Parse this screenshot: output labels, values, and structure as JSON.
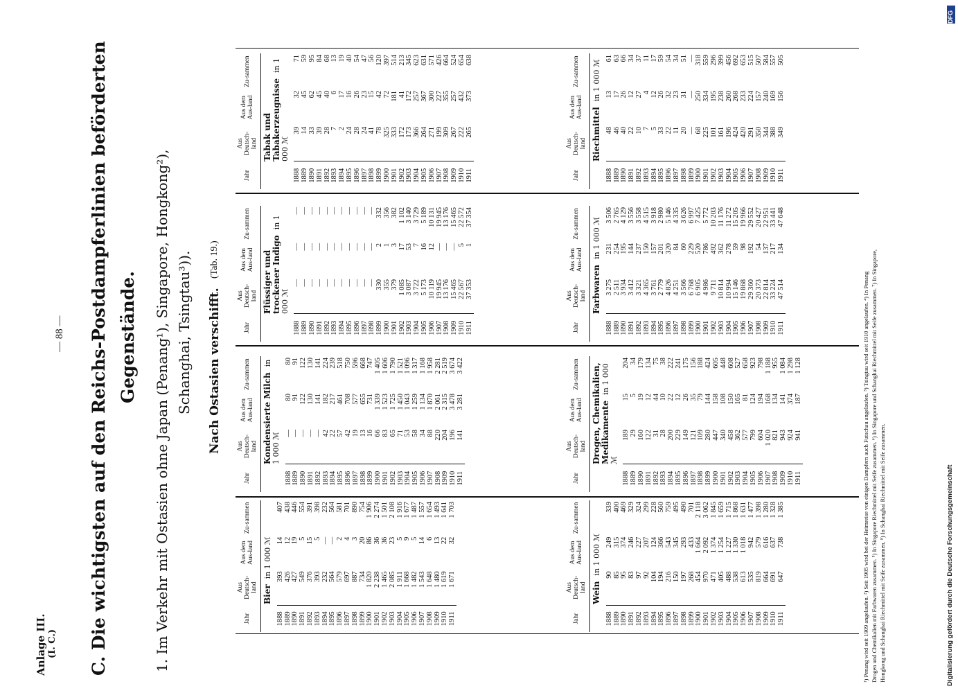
{
  "header": {
    "anlage": "Anlage III.",
    "anlage_sub": "(I. C.)",
    "page_number": "— 88 —"
  },
  "title": {
    "line1": "C. Die wichtigsten auf den Reichs-Postdampferlinien beförderten",
    "line2": "Gegenstände.",
    "sub1": "1. Im Verkehr mit Ostasien ohne Japan (Penang¹), Singapore, Hongkong²),",
    "sub2": "Schanghai, Tsingtau³)).",
    "sub3": "Nach Ostasien verschifft.",
    "sub3_ref": "(Tab. 19.)"
  },
  "column_headers": {
    "jahr": "Jahr",
    "aus_deutschland": "Aus Deutsch-land",
    "aus_dem_ausland": "Aus dem Aus-land",
    "zusammen": "Zu-sammen"
  },
  "years": [
    "1888",
    "1889",
    "1890",
    "1891",
    "1892",
    "1893",
    "1894",
    "1895",
    "1896",
    "1897",
    "1898",
    "1899",
    "1900",
    "1901",
    "1902",
    "1903",
    "1904",
    "1905",
    "1906",
    "1907",
    "1908",
    "1909",
    "1910",
    "1911"
  ],
  "tables": {
    "bier": {
      "caption": "Bier",
      "unit": "in 1 000 ℳ",
      "rows": [
        [
          "1888",
          "393",
          "14",
          "407"
        ],
        [
          "1889",
          "426",
          "12",
          "438"
        ],
        [
          "1890",
          "427",
          "19",
          "446"
        ],
        [
          "1891",
          "549",
          "5",
          "554"
        ],
        [
          "1892",
          "376",
          "15",
          "391"
        ],
        [
          "1893",
          "393",
          "5",
          "398"
        ],
        [
          "1894",
          "232",
          "—",
          "232"
        ],
        [
          "1895",
          "564",
          "—",
          "564"
        ],
        [
          "1896",
          "579",
          "2",
          "581"
        ],
        [
          "1897",
          "697",
          "4",
          "701"
        ],
        [
          "1898",
          "887",
          "3",
          "890"
        ],
        [
          "1899",
          "734",
          "20",
          "754"
        ],
        [
          "1900",
          "1 820",
          "86",
          "1 906"
        ],
        [
          "1901",
          "2 238",
          "36",
          "2 274"
        ],
        [
          "1902",
          "1 465",
          "36",
          "1 501"
        ],
        [
          "1903",
          "2 085",
          "23",
          "2 108"
        ],
        [
          "1904",
          "1 911",
          "5",
          "1 916"
        ],
        [
          "1905",
          "1 668",
          "9",
          "1 677"
        ],
        [
          "1906",
          "1 482",
          "5",
          "1 487"
        ],
        [
          "1907",
          "1 543",
          "14",
          "1 557"
        ],
        [
          "1908",
          "1 648",
          "6",
          "1 654"
        ],
        [
          "1909",
          "1 480",
          "13",
          "1 493"
        ],
        [
          "1910",
          "1 619",
          "22",
          "1 641"
        ],
        [
          "1911",
          "1 671",
          "32",
          "1 703"
        ]
      ]
    },
    "milch": {
      "caption": "Kondensierte Milch",
      "unit": "in 1 000 ℳ",
      "rows": [
        [
          "1888",
          "—",
          "80",
          "80"
        ],
        [
          "1889",
          "—",
          "91",
          "91"
        ],
        [
          "1890",
          "—",
          "122",
          "122"
        ],
        [
          "1891",
          "—",
          "130",
          "130"
        ],
        [
          "1892",
          "—",
          "141",
          "141"
        ],
        [
          "1893",
          "42",
          "182",
          "224"
        ],
        [
          "1894",
          "22",
          "217",
          "239"
        ],
        [
          "1895",
          "57",
          "461",
          "518"
        ],
        [
          "1896",
          "42",
          "708",
          "750"
        ],
        [
          "1897",
          "19",
          "577",
          "596"
        ],
        [
          "1898",
          "13",
          "655",
          "668"
        ],
        [
          "1899",
          "16",
          "731",
          "747"
        ],
        [
          "1900",
          "66",
          "1 339",
          "1 405"
        ],
        [
          "1901",
          "83",
          "1 523",
          "1 606"
        ],
        [
          "1902",
          "65",
          "1 725",
          "1 790"
        ],
        [
          "1903",
          "71",
          "1 450",
          "1 521"
        ],
        [
          "1904",
          "53",
          "1 043",
          "1 096"
        ],
        [
          "1905",
          "58",
          "1 259",
          "1 317"
        ],
        [
          "1906",
          "34",
          "1 134",
          "1 168"
        ],
        [
          "1907",
          "88",
          "1 870",
          "1 958"
        ],
        [
          "1908",
          "220",
          "2 061",
          "2 281"
        ],
        [
          "1909",
          "204",
          "2 315",
          "2 519"
        ],
        [
          "1910",
          "196",
          "3 478",
          "3 674"
        ],
        [
          "1911",
          "141",
          "3 281",
          "3 422"
        ]
      ]
    },
    "indigo": {
      "caption": "Flüssiger und trockener Indigo",
      "unit": "in 1 000 ℳ",
      "rows": [
        [
          "1888",
          "—",
          "—",
          "—"
        ],
        [
          "1889",
          "—",
          "—",
          "—"
        ],
        [
          "1890",
          "—",
          "—",
          "—"
        ],
        [
          "1891",
          "—",
          "—",
          "—"
        ],
        [
          "1892",
          "—",
          "—",
          "—"
        ],
        [
          "1893",
          "—",
          "—",
          "—"
        ],
        [
          "1894",
          "—",
          "—",
          "—"
        ],
        [
          "1895",
          "—",
          "—",
          "—"
        ],
        [
          "1896",
          "—",
          "—",
          "—"
        ],
        [
          "1897",
          "—",
          "—",
          "—"
        ],
        [
          "1898",
          "—",
          "—",
          "—"
        ],
        [
          "1899",
          "330",
          "2",
          "332"
        ],
        [
          "1900",
          "355",
          "1",
          "356"
        ],
        [
          "1901",
          "379",
          "3",
          "382"
        ],
        [
          "1902",
          "1 085",
          "17",
          "1 102"
        ],
        [
          "1903",
          "3 087",
          "53",
          "3 140"
        ],
        [
          "1904",
          "3 722",
          "7",
          "3 729"
        ],
        [
          "1905",
          "5 173",
          "16",
          "5 189"
        ],
        [
          "1906",
          "10 119",
          "12",
          "10 131"
        ],
        [
          "1907",
          "19 945",
          "—",
          "19 945"
        ],
        [
          "1908",
          "13 176",
          "—",
          "13 176"
        ],
        [
          "1909",
          "15 465",
          "—",
          "15 465"
        ],
        [
          "1910",
          "22 567",
          "5",
          "22 572"
        ],
        [
          "1911",
          "37 353",
          "1",
          "37 354"
        ]
      ]
    },
    "tabak": {
      "caption": "Tabak und Tabakerzeugnisse",
      "unit": "in 1 000 ℳ",
      "rows": [
        [
          "1888",
          "39",
          "32",
          "71"
        ],
        [
          "1889",
          "14",
          "45",
          "59"
        ],
        [
          "1890",
          "33",
          "62",
          "95"
        ],
        [
          "1891",
          "39",
          "45",
          "84"
        ],
        [
          "1892",
          "28",
          "40",
          "68"
        ],
        [
          "1893",
          "7",
          "6",
          "13"
        ],
        [
          "1894",
          "2",
          "17",
          "19"
        ],
        [
          "1895",
          "24",
          "16",
          "40"
        ],
        [
          "1896",
          "28",
          "26",
          "54"
        ],
        [
          "1897",
          "24",
          "23",
          "47"
        ],
        [
          "1898",
          "41",
          "15",
          "56"
        ],
        [
          "1899",
          "78",
          "42",
          "120"
        ],
        [
          "1900",
          "325",
          "72",
          "397"
        ],
        [
          "1901",
          "333",
          "181",
          "514"
        ],
        [
          "1902",
          "172",
          "41",
          "213"
        ],
        [
          "1903",
          "173",
          "172",
          "345"
        ],
        [
          "1904",
          "366",
          "257",
          "623"
        ],
        [
          "1905",
          "264",
          "367",
          "631"
        ],
        [
          "1906",
          "271",
          "300",
          "571"
        ],
        [
          "1907",
          "199",
          "227",
          "426"
        ],
        [
          "1908",
          "309",
          "355",
          "664"
        ],
        [
          "1909",
          "267",
          "257",
          "524"
        ],
        [
          "1910",
          "222",
          "432",
          "654"
        ],
        [
          "1911",
          "265",
          "373",
          "638"
        ]
      ]
    },
    "wein": {
      "caption": "Wein",
      "unit": "in 1 000 ℳ",
      "rows": [
        [
          "1888",
          "90",
          "249",
          "339"
        ],
        [
          "1889",
          "85",
          "315",
          "400"
        ],
        [
          "1890",
          "95",
          "374",
          "469"
        ],
        [
          "1891",
          "83",
          "246",
          "329"
        ],
        [
          "1892",
          "97",
          "227",
          "324"
        ],
        [
          "1893",
          "92",
          "207",
          "299"
        ],
        [
          "1894",
          "104",
          "124",
          "228"
        ],
        [
          "1895",
          "194",
          "366",
          "560"
        ],
        [
          "1896",
          "216",
          "543",
          "759"
        ],
        [
          "1897",
          "150",
          "345",
          "495"
        ],
        [
          "1898",
          "197",
          "293",
          "490"
        ],
        [
          "1899",
          "268",
          "433",
          "701"
        ],
        [
          "1900",
          "454",
          "1 664",
          "2 118"
        ],
        [
          "1901",
          "970",
          "2 092",
          "3 062"
        ],
        [
          "1902",
          "471",
          "1 374",
          "1 845"
        ],
        [
          "1903",
          "405",
          "1 254",
          "1 659"
        ],
        [
          "1904",
          "488",
          "1 227",
          "1 715"
        ],
        [
          "1905",
          "538",
          "1 330",
          "1 868"
        ],
        [
          "1906",
          "613",
          "1 018",
          "1 631"
        ],
        [
          "1907",
          "535",
          "942",
          "1 477"
        ],
        [
          "1908",
          "819",
          "579",
          "1 398"
        ],
        [
          "1909",
          "664",
          "616",
          "1 280"
        ],
        [
          "1910",
          "691",
          "637",
          "1 328"
        ],
        [
          "1911",
          "647",
          "738",
          "1 385"
        ]
      ]
    },
    "drogen": {
      "caption": "Drogen, Chemikalien, Medikamente",
      "unit": "in 1 000 ℳ",
      "rows": [
        [
          "1888",
          "189",
          "15",
          "204"
        ],
        [
          "1889",
          "29",
          "5",
          "34"
        ],
        [
          "1890",
          "160",
          "19",
          "179"
        ],
        [
          "1891",
          "122",
          "12",
          "134"
        ],
        [
          "1892",
          "31",
          "44",
          "75"
        ],
        [
          "1893",
          "28",
          "10",
          "38"
        ],
        [
          "1894",
          "200",
          "22",
          "222"
        ],
        [
          "1895",
          "229",
          "12",
          "241"
        ],
        [
          "1896",
          "149",
          "26",
          "175"
        ],
        [
          "1897",
          "121",
          "35",
          "156"
        ],
        [
          "1898",
          "109",
          "79",
          "188"
        ],
        [
          "1899",
          "280",
          "144",
          "424"
        ],
        [
          "1900",
          "447",
          "158",
          "605"
        ],
        [
          "1901",
          "340",
          "108",
          "448"
        ],
        [
          "1902",
          "458",
          "150",
          "608"
        ],
        [
          "1903",
          "362",
          "165",
          "527"
        ],
        [
          "1904",
          "577",
          "81",
          "658"
        ],
        [
          "1905",
          "799",
          "124",
          "923"
        ],
        [
          "1906",
          "604",
          "194",
          "798"
        ],
        [
          "1907",
          "1 020",
          "168",
          "1 188"
        ],
        [
          "1908",
          "821",
          "134",
          "955"
        ],
        [
          "1909",
          "943",
          "141",
          "1 084"
        ],
        [
          "1910",
          "924",
          "374",
          "1 298"
        ],
        [
          "1911",
          "941",
          "187",
          "1 128"
        ]
      ]
    },
    "farbwaren": {
      "caption": "Farbwaren",
      "unit": "in 1 000 ℳ",
      "rows": [
        [
          "1888",
          "3 275",
          "231",
          "3 506"
        ],
        [
          "1889",
          "2 511",
          "254",
          "2 765"
        ],
        [
          "1890",
          "3 934",
          "195",
          "4 129"
        ],
        [
          "1891",
          "3 412",
          "144",
          "3 556"
        ],
        [
          "1892",
          "3 321",
          "237",
          "3 558"
        ],
        [
          "1893",
          "4 365",
          "150",
          "4 515"
        ],
        [
          "1894",
          "3 761",
          "157",
          "3 918"
        ],
        [
          "1895",
          "2 779",
          "201",
          "2 980"
        ],
        [
          "1896",
          "4 826",
          "320",
          "5 146"
        ],
        [
          "1897",
          "4 251",
          "84",
          "4 335"
        ],
        [
          "1898",
          "3 566",
          "60",
          "3 626"
        ],
        [
          "1899",
          "6 768",
          "229",
          "6 997"
        ],
        [
          "1900",
          "6 905",
          "520",
          "7 425"
        ],
        [
          "1901",
          "4 986",
          "786",
          "5 772"
        ],
        [
          "1902",
          "9 711",
          "492",
          "10 203"
        ],
        [
          "1903",
          "10 814",
          "362",
          "11 176"
        ],
        [
          "1904",
          "10 994",
          "278",
          "11 272"
        ],
        [
          "1905",
          "15 146",
          "59",
          "15 205"
        ],
        [
          "1906",
          "19 868",
          "98",
          "19 966"
        ],
        [
          "1907",
          "29 360",
          "192",
          "29 552"
        ],
        [
          "1908",
          "20 373",
          "54",
          "20 427"
        ],
        [
          "1909",
          "22 814",
          "137",
          "22 951"
        ],
        [
          "1910",
          "33 224",
          "217",
          "33 441"
        ],
        [
          "1911",
          "47 514",
          "134",
          "47 648"
        ]
      ]
    },
    "riechmittel": {
      "caption": "Riechmittel",
      "unit": "in 1 000 ℳ",
      "rows": [
        [
          "1888",
          "48",
          "13",
          "61"
        ],
        [
          "1889",
          "46",
          "17",
          "63"
        ],
        [
          "1890",
          "40",
          "26",
          "66"
        ],
        [
          "1891",
          "22",
          "12",
          "34"
        ],
        [
          "1892",
          "10",
          "27",
          "37"
        ],
        [
          "1893",
          "7",
          "4",
          "11"
        ],
        [
          "1894",
          "5",
          "12",
          "17"
        ],
        [
          "1895",
          "33",
          "26",
          "59"
        ],
        [
          "1896",
          "22",
          "32",
          "54"
        ],
        [
          "1897",
          "11",
          "23",
          "34"
        ],
        [
          "1898",
          "20",
          "31",
          "51"
        ],
        [
          "1899",
          "—",
          "—",
          "—"
        ],
        [
          "1900",
          "68",
          "250",
          "318"
        ],
        [
          "1901",
          "225",
          "334",
          "559"
        ],
        [
          "1902",
          "101",
          "195",
          "296"
        ],
        [
          "1903",
          "161",
          "238",
          "399"
        ],
        [
          "1904",
          "196",
          "260",
          "456"
        ],
        [
          "1905",
          "424",
          "268",
          "692"
        ],
        [
          "1906",
          "420",
          "233",
          "653"
        ],
        [
          "1907",
          "291",
          "224",
          "515"
        ],
        [
          "1908",
          "350",
          "157",
          "507"
        ],
        [
          "1909",
          "344",
          "240",
          "584"
        ],
        [
          "1910",
          "388",
          "169",
          "557"
        ],
        [
          "1911",
          "349",
          "156",
          "505"
        ]
      ]
    }
  },
  "footnotes": {
    "line1": "¹) Penang wird seit 1909 angelaufen.    ²) Seit 1905 wird bei der Heimreise von einigen Dampfern auch Futschau angelaufen.    ³) Tsingtau wird seit 1910 angelaufen.    ⁴) In Penang",
    "line2": "Drogen und Chemikalien mit Farbwaren zusammen.    ⁵) In Singapore Riechmittel mit Seife zusammen.    ⁶) In Singapore und Schanghai Riechmittel mit Seife zusammen.    ⁷) In Singapore,",
    "line3": "Hongkong und Schanghai Riechmittel mit Seife zusammen.    ⁸) In Schanghai Riechmittel mit Seife zusammen."
  },
  "side_note": "Digitalisierung gefördert durch die Deutsche Forschungsgemeinschaft",
  "dfg_logo": "DFG"
}
